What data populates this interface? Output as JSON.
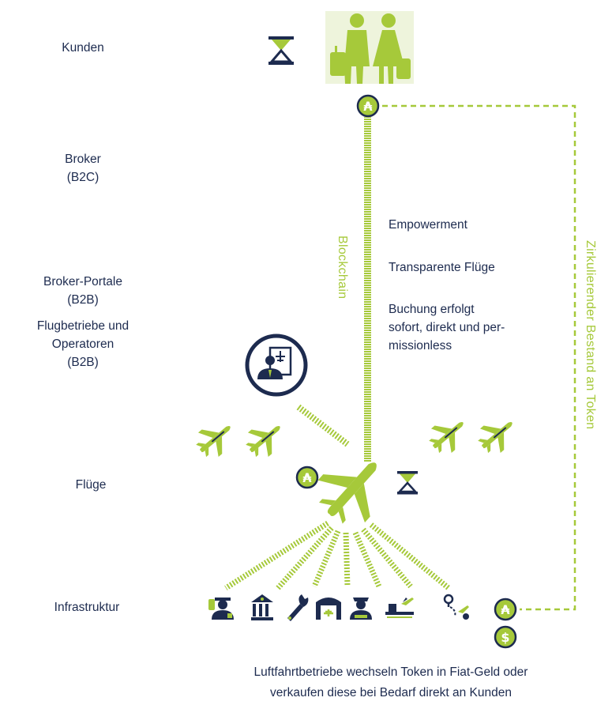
{
  "levels": {
    "kunden": "Kunden",
    "broker_1": "Broker",
    "broker_2": "(B2C)",
    "portale_1": "Broker-Portale",
    "portale_2": "(B2B)",
    "flugbetriebe_1": "Flugbetriebe und",
    "flugbetriebe_2": "Operatoren",
    "flugbetriebe_3": "(B2B)",
    "fluege": "Flüge",
    "infrastruktur": "Infrastruktur"
  },
  "benefits": {
    "line1": "Empowerment",
    "line2": "Transparente Flüge",
    "line3a": "Buchung erfolgt",
    "line3b": "sofort, direkt und per-",
    "line3c": "missionless"
  },
  "vertical_labels": {
    "blockchain": "Blockchain",
    "circulation": "Zirkulierender Bestand an Token"
  },
  "footer": {
    "line1": "Luftfahrtbetriebe wechseln Token in Fiat-Geld oder",
    "line2": "verkaufen diese bei Bedarf direkt an Kunden"
  },
  "token_symbol": "₳",
  "dollar_symbol": "$",
  "colors": {
    "green": "#a6c93a",
    "navy": "#1d2b4f"
  },
  "icons": [
    "hourglass-icon",
    "travelers-icon",
    "token-icon",
    "pilot-badge-icon",
    "airplane-icon",
    "dollar-icon",
    "police-icon",
    "bank-icon",
    "wrench-icon",
    "hangar-icon",
    "captain-icon",
    "runway-icon",
    "route-icon"
  ]
}
